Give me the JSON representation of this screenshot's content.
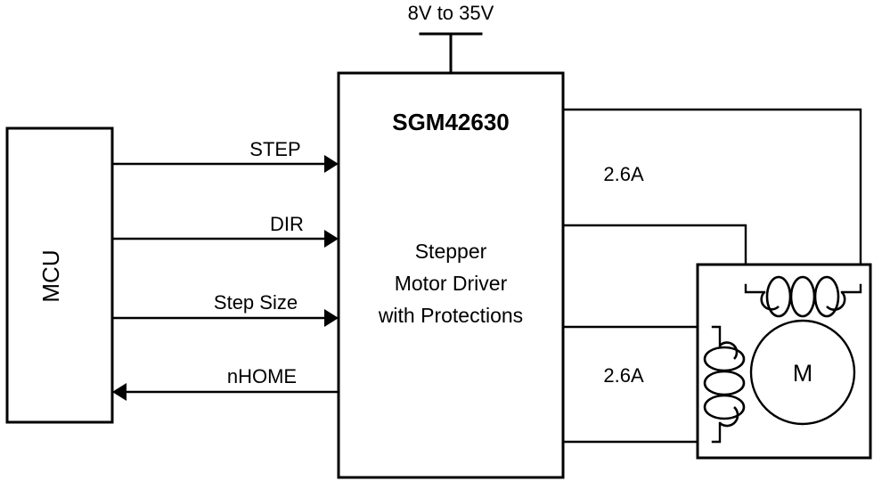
{
  "diagram": {
    "title": "Stepper motor driver application block diagram",
    "colors": {
      "stroke": "#000000",
      "background": "#ffffff"
    },
    "power": {
      "label": "8V to 35V",
      "terminal_name": "supply-terminal"
    },
    "mcu": {
      "label": "MCU"
    },
    "driver": {
      "part_number": "SGM42630",
      "description_line_1": "Stepper",
      "description_line_2": "Motor Driver",
      "description_line_3": "with Protections"
    },
    "signals": [
      {
        "label": "STEP",
        "direction": "mcu-to-driver"
      },
      {
        "label": "DIR",
        "direction": "mcu-to-driver"
      },
      {
        "label": "Step Size",
        "direction": "mcu-to-driver"
      },
      {
        "label": "nHOME",
        "direction": "driver-to-mcu"
      }
    ],
    "outputs": [
      {
        "label": "2.6A",
        "coil": "coil-a"
      },
      {
        "label": "2.6A",
        "coil": "coil-b"
      }
    ],
    "motor": {
      "label": "M",
      "coil_count": 2
    }
  }
}
